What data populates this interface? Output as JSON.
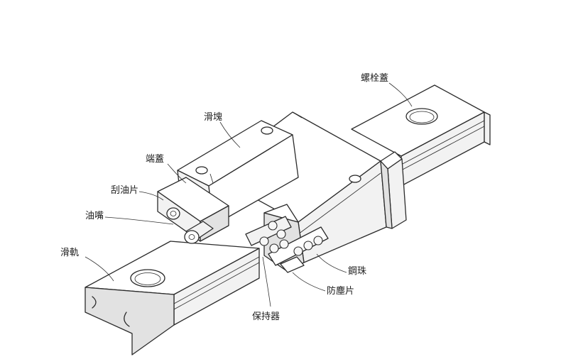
{
  "labels": {
    "bolt_cap": "螺栓蓋",
    "slider_block": "滑塊",
    "end_cap": "端蓋",
    "scraper": "刮油片",
    "grease_nipple": "油嘴",
    "rail": "滑軌",
    "steel_ball": "鋼珠",
    "dust_seal": "防塵片",
    "retainer": "保持器"
  }
}
